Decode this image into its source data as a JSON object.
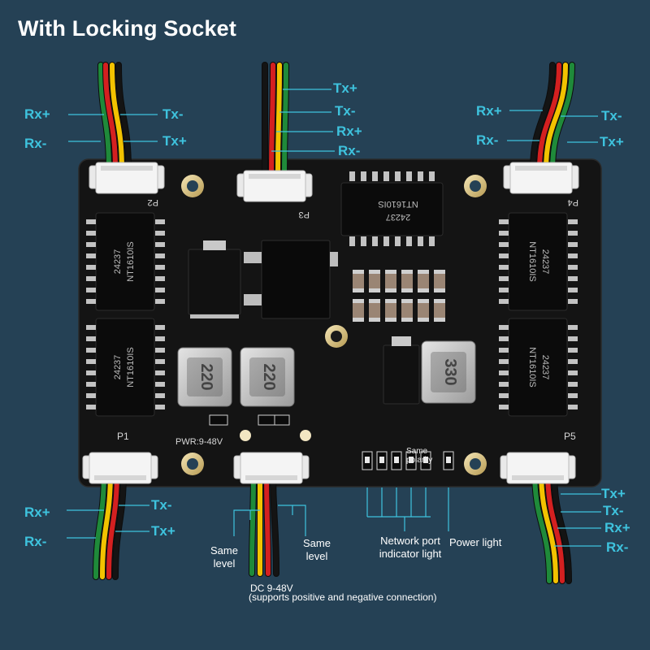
{
  "title": "With Locking Socket",
  "ports": {
    "p2": {
      "rx_pos": "Rx+",
      "rx_neg": "Rx-",
      "tx_neg": "Tx-",
      "tx_pos": "Tx+",
      "silk": "P2"
    },
    "p3": {
      "tx_pos": "Tx+",
      "tx_neg": "Tx-",
      "rx_pos": "Rx+",
      "rx_neg": "Rx-",
      "silk": "P3"
    },
    "p4": {
      "rx_pos": "Rx+",
      "rx_neg": "Rx-",
      "tx_neg": "Tx-",
      "tx_pos": "Tx+",
      "silk": "P4"
    },
    "p1": {
      "rx_pos": "Rx+",
      "rx_neg": "Rx-",
      "tx_neg": "Tx-",
      "tx_pos": "Tx+",
      "silk": "P1"
    },
    "p5": {
      "tx_pos": "Tx+",
      "tx_neg": "Tx-",
      "rx_pos": "Rx+",
      "rx_neg": "Rx-",
      "silk": "P5"
    }
  },
  "power": {
    "silk": "PWR:9-48V",
    "same_level_left": "Same\nlevel",
    "same_level_right": "Same\nlevel",
    "dc_line1": "DC 9-48V",
    "dc_line2": "(supports positive and negative connection)"
  },
  "leds": {
    "silk": "Same\npolarity",
    "network_label": "Network port\nindicator light",
    "power_label": "Power light"
  },
  "components": {
    "inductor_1": "220",
    "inductor_2": "220",
    "inductor_3": "330",
    "transformer_top_code": "24237",
    "transformer_top_part": "NT1610IS",
    "transformer_left_top_code": "24237",
    "transformer_left_top_part": "NT1610IS",
    "transformer_left_bot_code": "24237",
    "transformer_left_bot_part": "NT1610IS",
    "transformer_right_top_code": "24237",
    "transformer_right_top_part": "NT1610IS",
    "transformer_right_bot_code": "24237",
    "transformer_right_bot_part": "NT1610IS"
  },
  "colors": {
    "background": "#254155",
    "port_label": "#3ec3de",
    "wire_green": "#1f8a3a",
    "wire_yellow": "#f2c200",
    "wire_red": "#d42020",
    "wire_black": "#141414",
    "pcb": "#141414"
  }
}
